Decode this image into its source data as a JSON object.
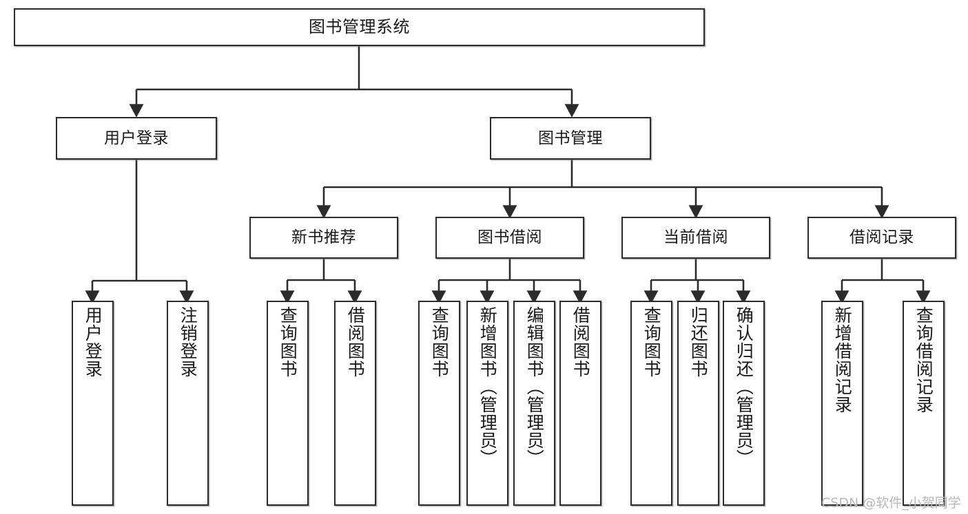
{
  "diagram": {
    "title": "图书管理系统",
    "type": "tree-hierarchy-diagram",
    "colors": {
      "stroke": "#2b2b2b",
      "fill": "#ffffff",
      "text": "#1a1a1a",
      "watermark": "#b9b9b9",
      "background": "#ffffff"
    },
    "nodes": {
      "root": {
        "label": "图书管理系统"
      },
      "level2": [
        {
          "id": "user-login",
          "label": "用户登录"
        },
        {
          "id": "book-management",
          "label": "图书管理"
        }
      ],
      "level3": [
        {
          "id": "new-book-recommend",
          "label": "新书推荐"
        },
        {
          "id": "book-borrow",
          "label": "图书借阅"
        },
        {
          "id": "current-borrow",
          "label": "当前借阅"
        },
        {
          "id": "borrow-record",
          "label": "借阅记录"
        }
      ],
      "leaves": {
        "user_login": [
          {
            "id": "leaf-user-login",
            "label": "用户登录"
          },
          {
            "id": "leaf-logout-login",
            "label": "注销登录"
          }
        ],
        "new_book_recommend": [
          {
            "id": "leaf-query-book-1",
            "label": "查询图书"
          },
          {
            "id": "leaf-borrow-book-1",
            "label": "借阅图书"
          }
        ],
        "book_borrow": [
          {
            "id": "leaf-query-book-2",
            "label": "查询图书"
          },
          {
            "id": "leaf-add-book",
            "label": "新增图书（管理员）"
          },
          {
            "id": "leaf-edit-book",
            "label": "编辑图书（管理员）"
          },
          {
            "id": "leaf-borrow-book-2",
            "label": "借阅图书"
          }
        ],
        "current_borrow": [
          {
            "id": "leaf-query-book-3",
            "label": "查询图书"
          },
          {
            "id": "leaf-return-book",
            "label": "归还图书"
          },
          {
            "id": "leaf-confirm-return",
            "label": "确认归还（管理员）"
          }
        ],
        "borrow_record": [
          {
            "id": "leaf-add-record",
            "label": "新增借阅记录"
          },
          {
            "id": "leaf-query-record",
            "label": "查询借阅记录"
          }
        ]
      }
    },
    "watermark": "CSDN @软件_小贺同学"
  }
}
